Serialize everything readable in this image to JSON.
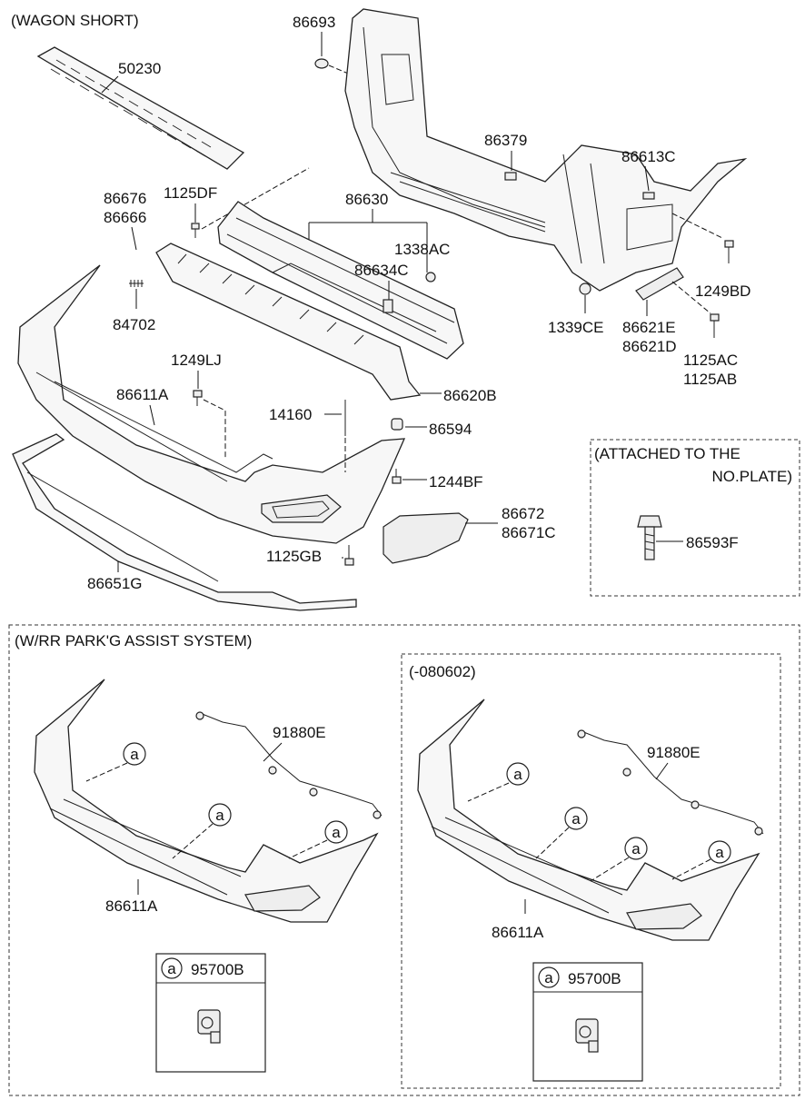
{
  "sections": {
    "wagon_short": "(WAGON SHORT)",
    "attached_line1": "(ATTACHED TO THE",
    "attached_line2": "NO.PLATE)",
    "park_assist": "(W/RR PARK'G ASSIST SYSTEM)",
    "date_code": "(-080602)"
  },
  "marker_letter": "a",
  "labels": {
    "p86693": "86693",
    "p50230": "50230",
    "p86379": "86379",
    "p86613C": "86613C",
    "p86676": "86676",
    "p86666": "86666",
    "p1125DF": "1125DF",
    "p86630": "86630",
    "p1338AC": "1338AC",
    "p86634C": "86634C",
    "p1249BD": "1249BD",
    "p84702": "84702",
    "p1339CE": "1339CE",
    "p86621E": "86621E",
    "p86621D": "86621D",
    "p1125AC": "1125AC",
    "p1125AB": "1125AB",
    "p1249LJ": "1249LJ",
    "p86611A": "86611A",
    "p86620B": "86620B",
    "p14160": "14160",
    "p86594": "86594",
    "p1244BF": "1244BF",
    "p86672": "86672",
    "p86671C": "86671C",
    "p86593F": "86593F",
    "p1125GB": "1125GB",
    "p86651G": "86651G",
    "p91880E_left": "91880E",
    "p86611A_left": "86611A",
    "p95700B_left": "95700B",
    "p91880E_right": "91880E",
    "p86611A_right": "86611A",
    "p95700B_right": "95700B"
  }
}
